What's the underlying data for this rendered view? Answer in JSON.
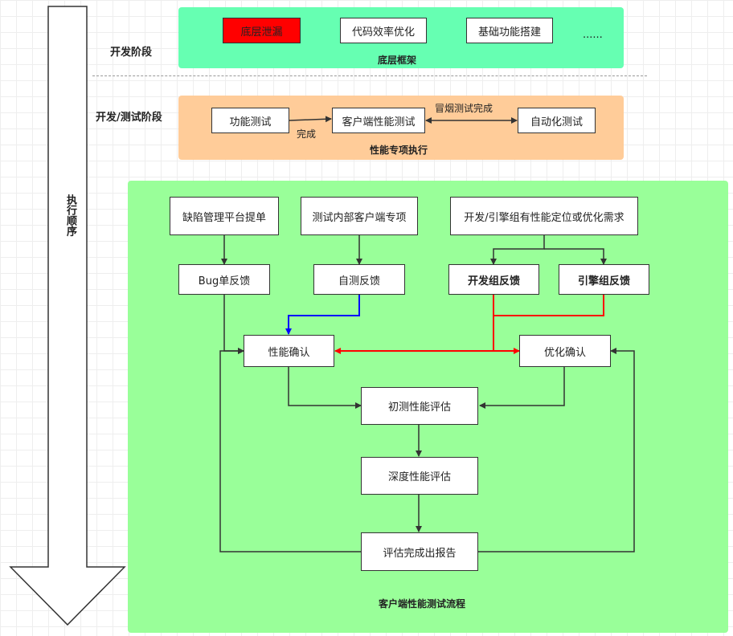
{
  "stages": {
    "dev": "开发阶段",
    "dev_test": "开发/测试阶段"
  },
  "arrow_label": "执行顺序",
  "framework": {
    "title": "底层框架",
    "items": [
      "底层泄漏",
      "代码效率优化",
      "基础功能搭建",
      "......"
    ]
  },
  "perf_special": {
    "title": "性能专项执行",
    "func_test": "功能测试",
    "client_perf_test": "客户端性能测试",
    "auto_test": "自动化测试",
    "done_label": "完成",
    "smoke_done_label": "冒烟测试完成"
  },
  "flow": {
    "title": "客户端性能测试流程",
    "defect_platform": "缺陷管理平台提单",
    "internal_test": "测试内部客户端专项",
    "dev_engine_need": "开发/引擎组有性能定位或优化需求",
    "bug_feedback": "Bug单反馈",
    "self_test_feedback": "自测反馈",
    "dev_feedback": "开发组反馈",
    "engine_feedback": "引擎组反馈",
    "perf_confirm": "性能确认",
    "opt_confirm": "优化确认",
    "initial_eval": "初测性能评估",
    "deep_eval": "深度性能评估",
    "report": "评估完成出报告"
  },
  "colors": {
    "framework_bg": "#66ffb2",
    "perf_bg": "#ffcc99",
    "flow_bg": "#99ff99",
    "highlight_box": "#ff0000",
    "blue_line": "#0000ff",
    "red_line": "#ff0000"
  }
}
